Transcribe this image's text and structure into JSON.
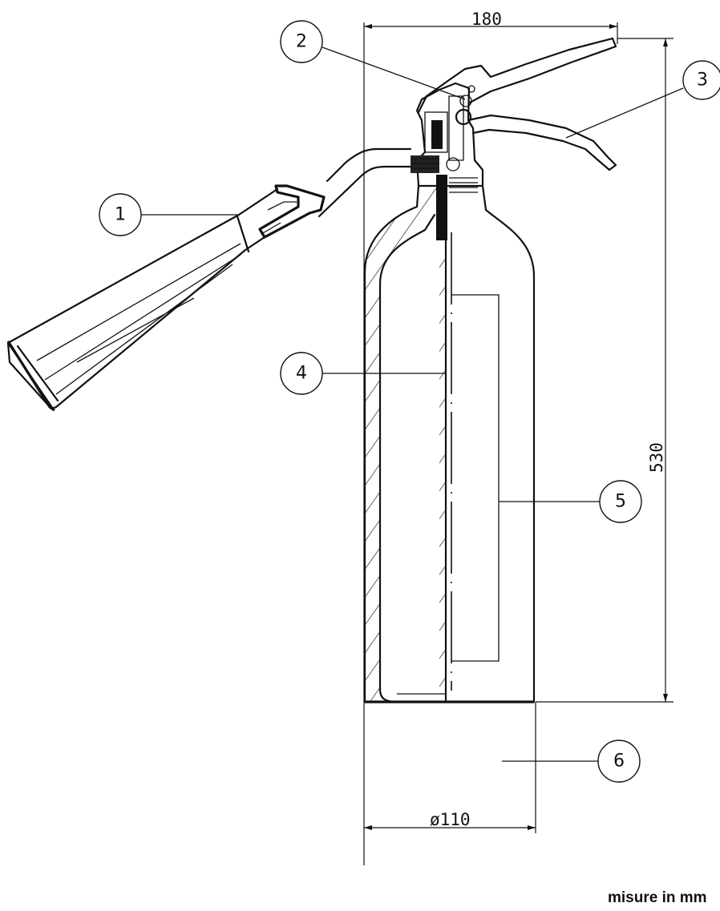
{
  "dimensions": {
    "width_label": "180",
    "height_label": "530",
    "diameter_label": "ø110"
  },
  "callouts": [
    {
      "number": "1"
    },
    {
      "number": "2"
    },
    {
      "number": "3"
    },
    {
      "number": "4"
    },
    {
      "number": "5"
    },
    {
      "number": "6"
    }
  ],
  "unit_note": "misure in mm"
}
